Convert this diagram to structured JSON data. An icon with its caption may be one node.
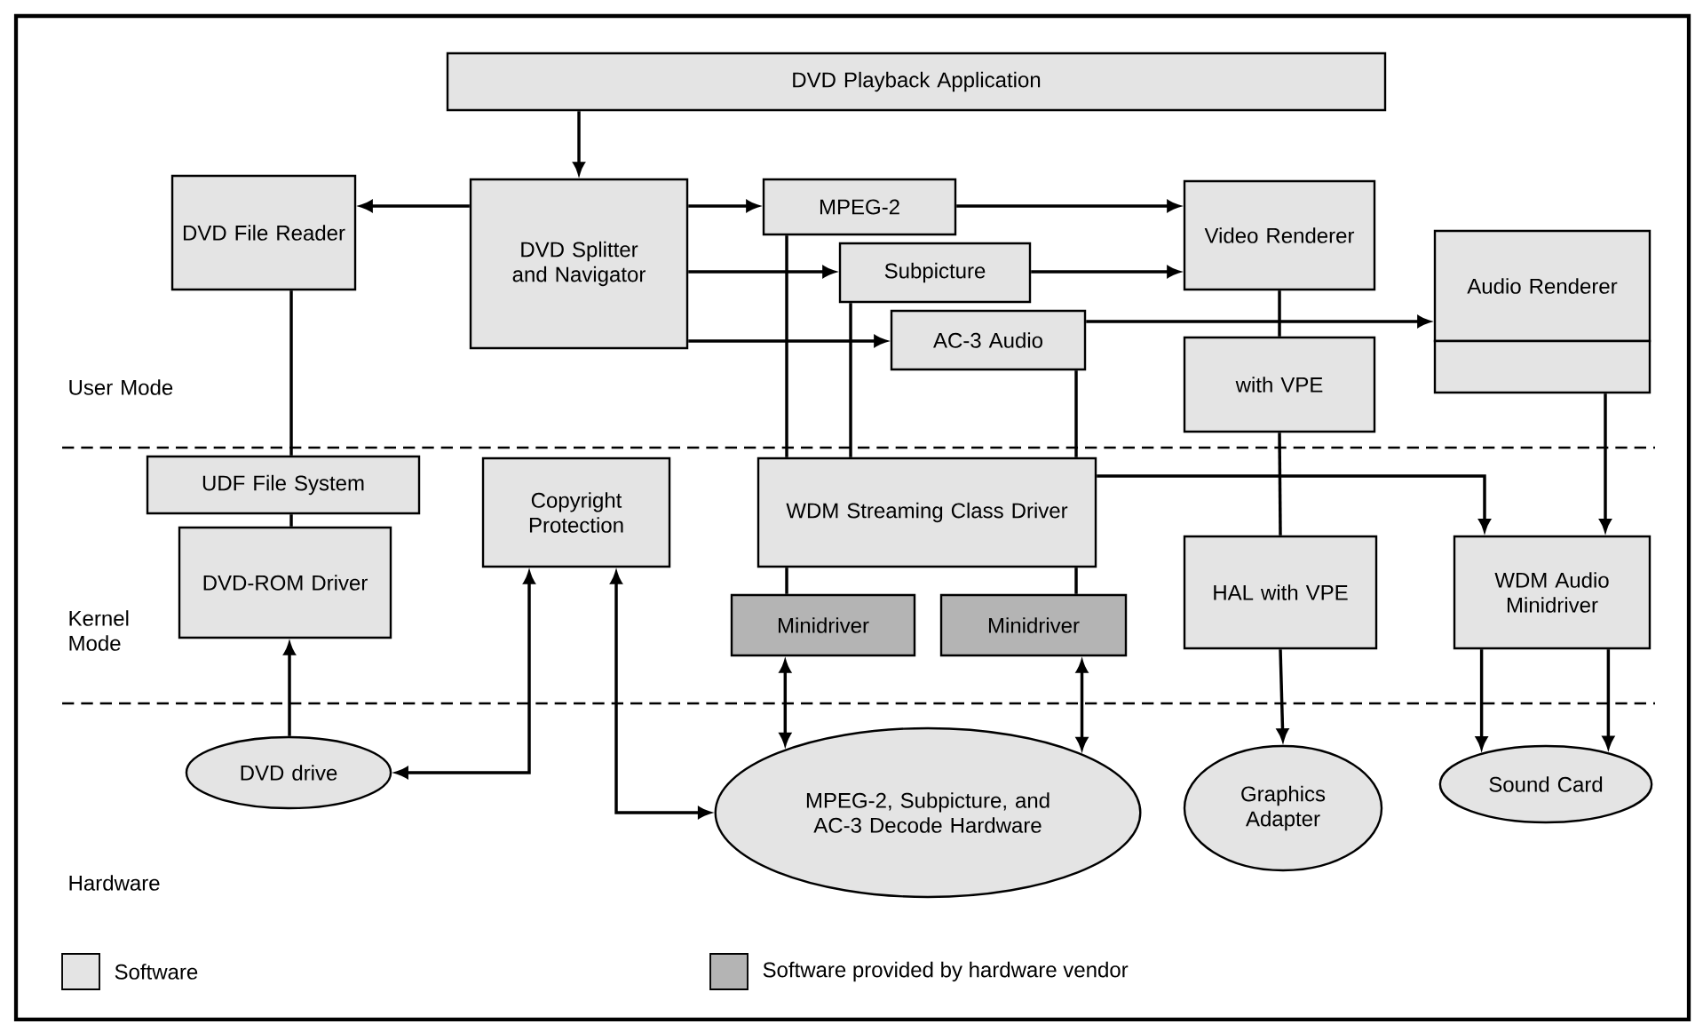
{
  "diagram": {
    "nodes": [
      {
        "text": [
          "DVD Playback Application"
        ]
      },
      {
        "text": [
          "DVD File Reader"
        ]
      },
      {
        "text": [
          "DVD Splitter and Navigator"
        ]
      },
      {
        "text": [
          "MPEG-2"
        ]
      },
      {
        "text": [
          "Subpicture"
        ]
      },
      {
        "text": [
          "AC-3 Audio"
        ]
      },
      {
        "text": [
          "Video Renderer"
        ]
      },
      {
        "text": [
          "Audio Renderer"
        ]
      },
      {
        "text": [],
        "shape": "box"
      },
      {
        "text": [
          "with VPE"
        ]
      },
      {
        "text": [
          "UDF File System"
        ]
      },
      {
        "text": [
          "DVD-ROM Driver"
        ]
      },
      {
        "text": [
          "Copyright Protection"
        ]
      },
      {
        "text": [
          "WDM Streaming Class Driver"
        ]
      },
      {
        "text": [
          "Minidriver"
        ]
      },
      {
        "text": [
          "Minidriver"
        ]
      },
      {
        "text": [
          "HAL with VPE"
        ]
      },
      {
        "text": [
          "WDM Audio Minidriver"
        ]
      },
      {
        "text": [
          "DVD drive"
        ]
      },
      {
        "text": [
          "MPEG-2, Subpicture, and AC-3 Decode Hardware"
        ]
      },
      {
        "text": [
          "Graphics Adapter"
        ]
      },
      {
        "text": [
          "Sound Card"
        ]
      }
    ],
    "edges": [
      {
        "from": 0,
        "to": 2,
        "arrow": "to"
      },
      {
        "from": 2,
        "to": 1,
        "arrow": "to"
      },
      {
        "from": 2,
        "to": 3,
        "arrow": "to"
      },
      {
        "from": 2,
        "to": 4,
        "arrow": "to"
      },
      {
        "from": 2,
        "to": 5,
        "arrow": "to"
      },
      {
        "from": 3,
        "to": 6,
        "arrow": "to"
      },
      {
        "from": 4,
        "to": 6,
        "arrow": "to"
      },
      {
        "from": 5,
        "to": 7,
        "arrow": "to"
      },
      {
        "from": 6,
        "to": 9,
        "arrow": "none"
      },
      {
        "from": 1,
        "to": 10,
        "arrow": "none"
      },
      {
        "from": 10,
        "to": 11,
        "arrow": "none"
      },
      {
        "from": 18,
        "to": 11,
        "arrow": "to"
      },
      {
        "from": 12,
        "to": 18,
        "arrow": "both"
      },
      {
        "from": 12,
        "to": 19,
        "arrow": "both"
      },
      {
        "from": 3,
        "to": 13,
        "arrow": "none"
      },
      {
        "from": 4,
        "to": 13,
        "arrow": "none"
      },
      {
        "from": 5,
        "to": 13,
        "arrow": "none"
      },
      {
        "from": 13,
        "to": 17,
        "arrow": "to"
      },
      {
        "from": 13,
        "to": 14,
        "arrow": "none"
      },
      {
        "from": 13,
        "to": 15,
        "arrow": "none"
      },
      {
        "from": 14,
        "to": 19,
        "arrow": "both"
      },
      {
        "from": 15,
        "to": 19,
        "arrow": "both"
      },
      {
        "from": 9,
        "to": 16,
        "arrow": "none"
      },
      {
        "from": 16,
        "to": 20,
        "arrow": "to"
      },
      {
        "from": 8,
        "to": 17,
        "arrow": "to"
      },
      {
        "from": 17,
        "to": 21,
        "arrow": "to"
      },
      {
        "from": 17,
        "to": 21,
        "arrow": "to"
      }
    ],
    "labels": [
      "User Mode",
      "Kernel Mode",
      "Hardware"
    ],
    "legend": [
      {
        "text": "Software",
        "color": "#e4e4e4"
      },
      {
        "text": "Software provided by hardware vendor",
        "color": "#b4b4b4"
      }
    ]
  }
}
